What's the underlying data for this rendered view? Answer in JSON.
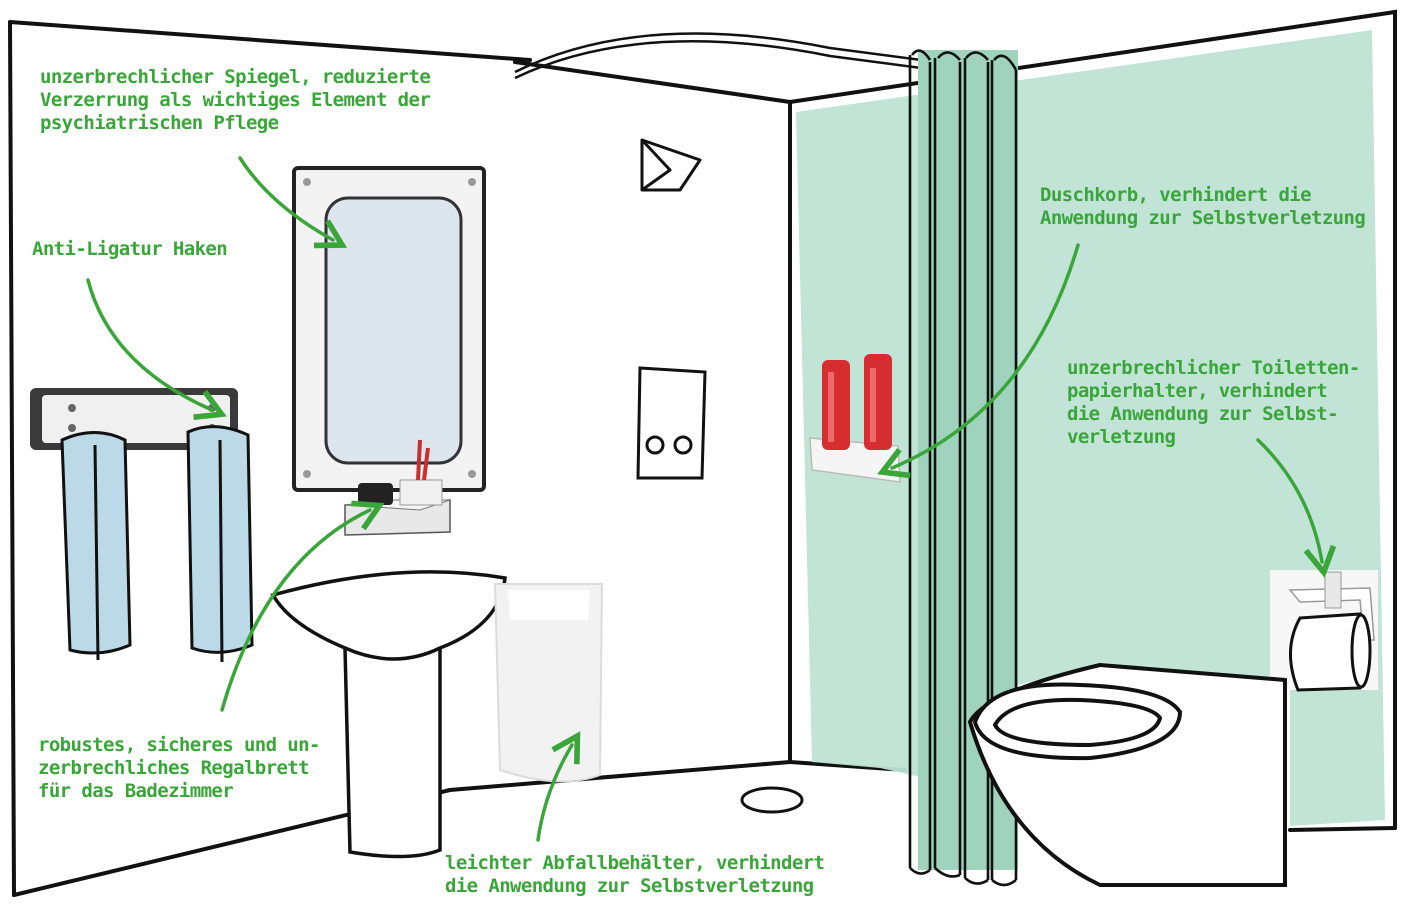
{
  "colors": {
    "line": "#111111",
    "accent": "#3aa63a",
    "wall_tint": "#bfe3d5",
    "curtain": "#9fd3bd",
    "towel": "#bcd9e8",
    "red": "#d62e30"
  },
  "labels": {
    "mirror": [
      "unzerbrechlicher Spiegel, reduzierte",
      "Verzerrung als wichtiges Element der",
      "psychiatrischen Pflege"
    ],
    "hook": [
      "Anti-Ligatur Haken"
    ],
    "shelf": [
      "robustes, sicheres und un-",
      "zerbrechliches Regalbrett",
      "für das Badezimmer"
    ],
    "bin": [
      "leichter Abfallbehälter, verhindert",
      "die Anwendung zur Selbstverletzung"
    ],
    "basket": [
      "Duschkorb, verhindert die",
      "Anwendung zur Selbstverletzung"
    ],
    "paper_holder": [
      "unzerbrechlicher Toiletten-",
      "papierhalter, verhindert",
      "die Anwendung zur Selbst-",
      "verletzung"
    ]
  },
  "icons": [
    "ventilation-icon",
    "flush-plate-icon",
    "floor-drain-icon"
  ]
}
